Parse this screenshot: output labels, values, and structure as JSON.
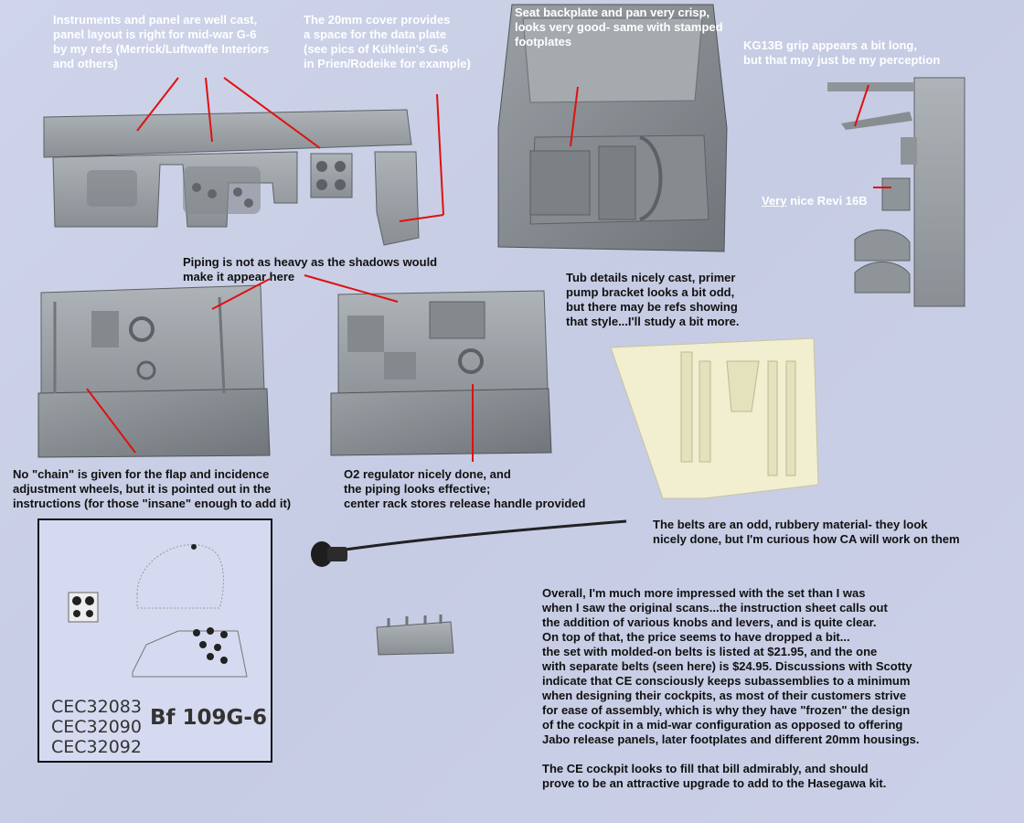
{
  "annotations": {
    "instruments": [
      "Instruments and panel are well cast,",
      "panel layout is right for mid-war G-6",
      "by my refs (Merrick/Luftwaffe Interiors",
      "and others)"
    ],
    "cover": [
      "The 20mm cover provides",
      "a space for the data plate",
      "(see pics of Kühlein's G-6",
      "in Prien/Rodeike for example)"
    ],
    "seat": [
      "Seat backplate and pan very crisp,",
      "looks very good- same with stamped",
      "footplates"
    ],
    "grip": [
      "KG13B grip appears a bit long,",
      "but that may just be my perception"
    ],
    "revi": {
      "emphasis": "Very",
      "rest": " nice Revi 16B"
    },
    "piping": [
      "Piping is not as heavy as the shadows would",
      "make it appear here"
    ],
    "tub": [
      "Tub details nicely cast, primer",
      "pump bracket looks a bit odd,",
      "but there may be refs showing",
      "that style...I'll study a bit more."
    ],
    "chain": [
      "No \"chain\" is given for the flap and incidence",
      "adjustment wheels, but it is pointed out in the",
      "instructions (for those \"insane\" enough to add it)"
    ],
    "o2": [
      "O2 regulator nicely done, and",
      "the piping looks effective;",
      "center rack stores release handle provided"
    ],
    "belts": [
      "The belts are an odd, rubbery material- they look",
      "nicely done, but I'm curious how CA will work on them"
    ],
    "overall": [
      "Overall, I'm much more impressed with the set than I was",
      "when I saw the original scans...the instruction sheet calls out",
      "the addition of various knobs and levers, and is quite clear.",
      "On top of that, the price seems to have dropped a bit...",
      "the set with molded-on belts is listed at $21.95, and the one",
      "with separate belts (seen here) is $24.95.  Discussions with Scotty",
      "indicate that CE consciously keeps subassemblies to a minimum",
      "when designing their cockpits, as most of their customers strive",
      "for ease of assembly, which is why they have \"frozen\" the design",
      "of the cockpit in a mid-war configuration as opposed to offering",
      "Jabo release panels, later footplates and different 20mm housings.",
      "",
      "The CE cockpit looks to fill that bill admirably, and should",
      "prove to be an attractive upgrade to add to the Hasegawa kit."
    ]
  },
  "decal_sheet": {
    "codes": [
      "CEC32083",
      "CEC32090",
      "CEC32092"
    ],
    "model": "Bf 109G-6"
  },
  "colors": {
    "background": "#c9cfe6",
    "resin_gray": "#9ea3a8",
    "resin_shadow": "#6f7479",
    "belt_resin": "#f1efcf",
    "leader_line": "#e01010"
  }
}
